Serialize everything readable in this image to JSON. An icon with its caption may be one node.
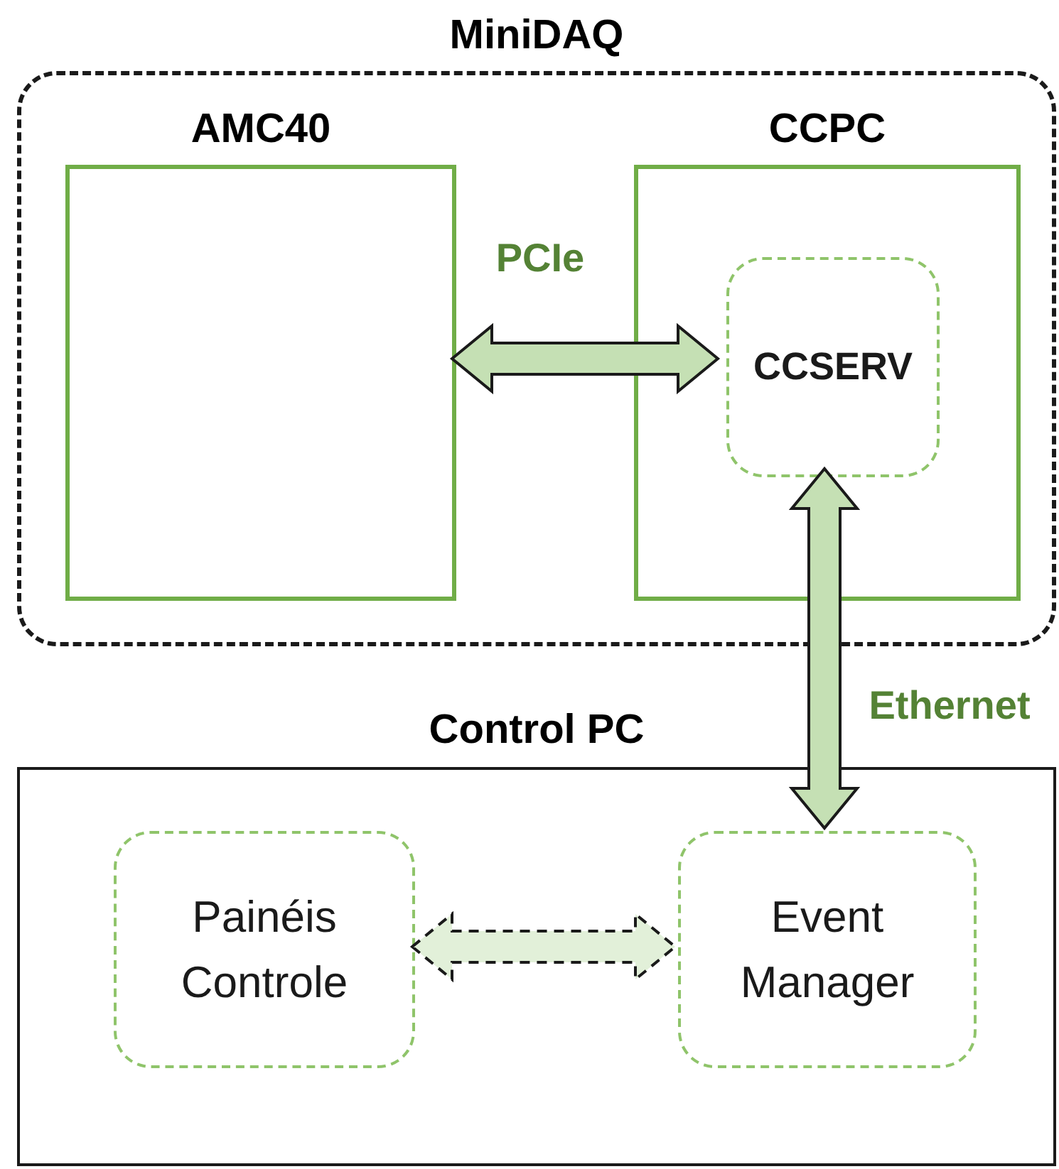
{
  "diagram": {
    "nodes": [
      {
        "text": [
          "MiniDAQ"
        ]
      },
      {
        "text": [
          "AMC40"
        ],
        "in": 0
      },
      {
        "text": [
          "CCPC"
        ],
        "in": 0
      },
      {
        "text": [
          "CCSERV"
        ],
        "in": 2
      },
      {
        "text": [
          "Control PC"
        ]
      },
      {
        "text": [
          "Painéis Controle"
        ],
        "in": 4
      },
      {
        "text": [
          "Event Manager"
        ],
        "in": 4
      }
    ],
    "edges": [
      {
        "from": 1,
        "to": 3,
        "arrow": "both",
        "label": "PCIe"
      },
      {
        "from": 3,
        "to": 6,
        "arrow": "both",
        "label": "Ethernet"
      },
      {
        "from": 5,
        "to": 6,
        "arrow": "both",
        "style": "dashed"
      }
    ]
  }
}
